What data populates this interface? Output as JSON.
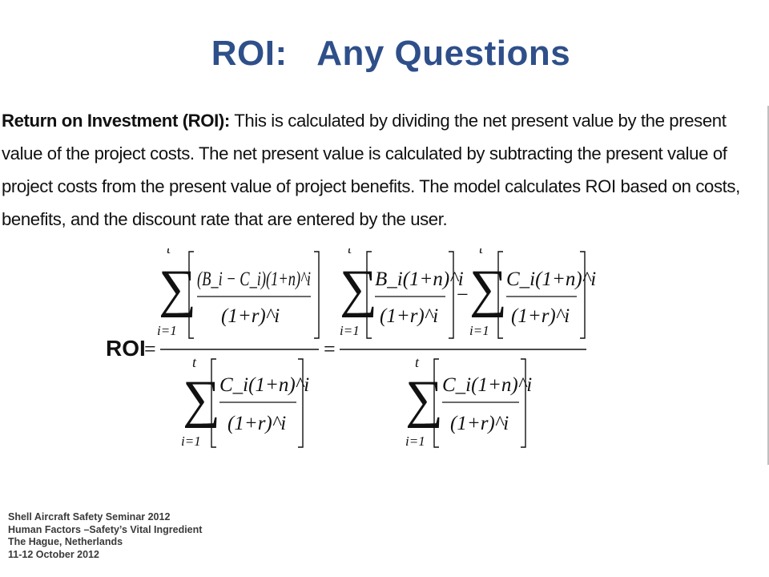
{
  "slide": {
    "title": "ROI:   Any Questions",
    "definition": {
      "lead": "Return on Investment (ROI):",
      "body": "  This is calculated by dividing the net present value by the present value of the project costs.  The net present value is calculated by subtracting the present value of project costs from the present value of project benefits. The model calculates ROI based on costs, benefits, and the discount rate that are entered by the user."
    },
    "formula": {
      "lhs": "ROI",
      "equals": "=",
      "minus": "−",
      "sum_symbol": "∑",
      "upper_limit": "t",
      "lower_limit": "i=1",
      "term_diff": "(B_i − C_i)(1+n)^i",
      "term_benefit": "B_i(1+n)^i",
      "term_cost": "C_i(1+n)^i",
      "denominator": "(1+r)^i"
    },
    "footer": [
      "Shell Aircraft Safety Seminar 2012",
      "Human Factors –Safety’s Vital Ingredient",
      "The Hague, Netherlands",
      "11-12 October 2012"
    ]
  }
}
